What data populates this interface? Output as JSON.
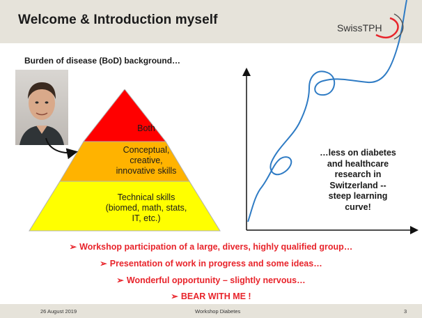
{
  "slide": {
    "title": "Welcome & Introduction myself",
    "logo": {
      "name": "Swiss",
      "suffix": "TPH",
      "icon": "swiss-tph-swoosh-icon"
    },
    "subtitle": "Burden of disease (BoD) background…"
  },
  "pyramid": {
    "top": {
      "label": "Both",
      "color": "#ff0000"
    },
    "middle": {
      "lines": [
        "Conceptual,",
        "creative,",
        "innovative skills"
      ],
      "color": "#ffb300"
    },
    "bottom": {
      "lines": [
        "Technical skills",
        "(biomed, math, stats,",
        "IT, etc.)"
      ],
      "color": "#ffff00"
    }
  },
  "note": {
    "lines": [
      "…less on diabetes",
      "and healthcare",
      "research in",
      "Switzerland --",
      "steep learning",
      "curve!"
    ]
  },
  "bullets": [
    {
      "arrow": "➢",
      "text": "Workshop participation of a large, divers, highly qualified group…"
    },
    {
      "arrow": "➢",
      "text": "Presentation of work in progress and some ideas…"
    },
    {
      "arrow": "➢",
      "text": "Wonderful opportunity – slightly nervous…"
    },
    {
      "arrow": "➢",
      "text": "BEAR WITH ME !"
    }
  ],
  "footer": {
    "date": "26 August 2019",
    "center": "Workshop Diabetes",
    "page": "3"
  },
  "colors": {
    "accent_red": "#e8242b",
    "header_bg": "#e6e3da",
    "curve_blue": "#2e7bc4"
  }
}
